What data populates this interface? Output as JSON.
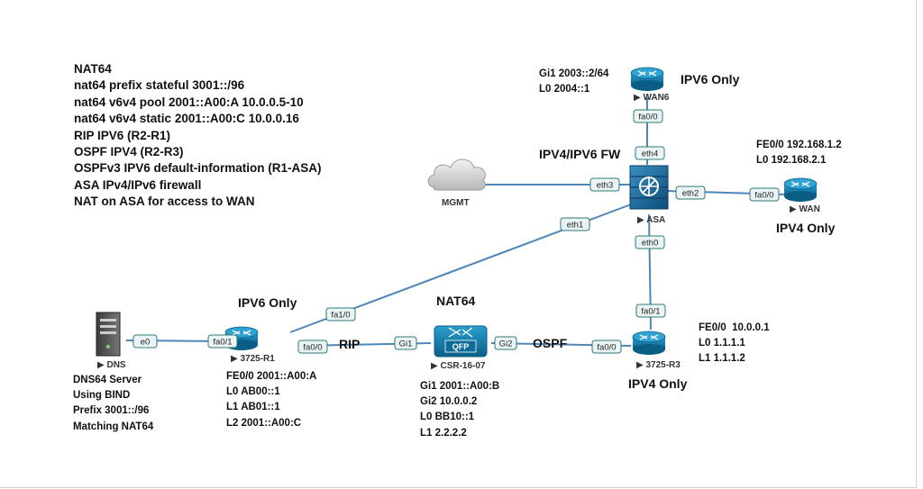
{
  "notes": [
    "NAT64",
    "nat64 prefix stateful 3001::/96",
    "nat64 v6v4 pool 2001::A00:A 10.0.0.5-10",
    "nat64 v6v4 static 2001::A00:C 10.0.0.16",
    "RIP IPV6 (R2-R1)",
    "OSPF IPV4 (R2-R3)",
    "OSPFv3 IPV6 default-information (R1-ASA)",
    "ASA IPv4/IPv6 firewall",
    "NAT on ASA for access to WAN"
  ],
  "nodes": {
    "dns": {
      "name": "DNS",
      "info": [
        "DNS64 Server",
        "Using BIND",
        "Prefix 3001::/96",
        "Matching NAT64"
      ]
    },
    "r1": {
      "name": "3725-R1",
      "title": "IPV6 Only",
      "info": [
        "FE0/0 2001::A00:A",
        "L0 AB00::1",
        "L1 AB01::1",
        "L2 2001::A00:C"
      ]
    },
    "csr": {
      "name": "CSR-16-07",
      "title": "NAT64",
      "badge": "QFP",
      "info": [
        "Gi1 2001::A00:B",
        "Gi2 10.0.0.2",
        "L0 BB10::1",
        "L1 2.2.2.2"
      ]
    },
    "r3": {
      "name": "3725-R3",
      "title": "IPV4 Only",
      "info": [
        "FE0/0  10.0.0.1",
        "L0 1.1.1.1",
        "L1 1.1.1.2"
      ]
    },
    "asa": {
      "name": "ASA",
      "title": "IPV4/IPV6 FW"
    },
    "wan6": {
      "name": "WAN6",
      "title": "IPV6 Only",
      "info": [
        "Gi1 2003::2/64",
        "L0 2004::1"
      ]
    },
    "wan": {
      "name": "WAN",
      "title": "IPV4 Only",
      "info": [
        "FE0/0 192.168.1.2",
        "L0 192.168.2.1"
      ]
    },
    "mgmt": {
      "name": "MGMT"
    }
  },
  "links": {
    "rip": "RIP",
    "ospf": "OSPF"
  },
  "interfaces": {
    "dns_e0": "e0",
    "r1_fa01": "fa0/1",
    "r1_fa00": "fa0/0",
    "r1_fa10": "fa1/0",
    "csr_gi1": "Gi1",
    "csr_gi2": "Gi2",
    "r3_fa00": "fa0/0",
    "r3_fa01": "fa0/1",
    "asa_eth0": "eth0",
    "asa_eth1": "eth1",
    "asa_eth2": "eth2",
    "asa_eth3": "eth3",
    "asa_eth4": "eth4",
    "wan6_fa00": "fa0/0",
    "wan_fa00": "fa0/0"
  },
  "colors": {
    "link": "#4f86b8",
    "router": "#0d78a8",
    "router_dark": "#0a5e86",
    "asa": "#1b6a98",
    "iface_border": "#2f7a78",
    "iface_fill": "#eaf4f4"
  },
  "icons": {
    "router": "router-icon",
    "firewall": "firewall-icon",
    "server": "server-icon",
    "cloud": "cloud-icon"
  }
}
